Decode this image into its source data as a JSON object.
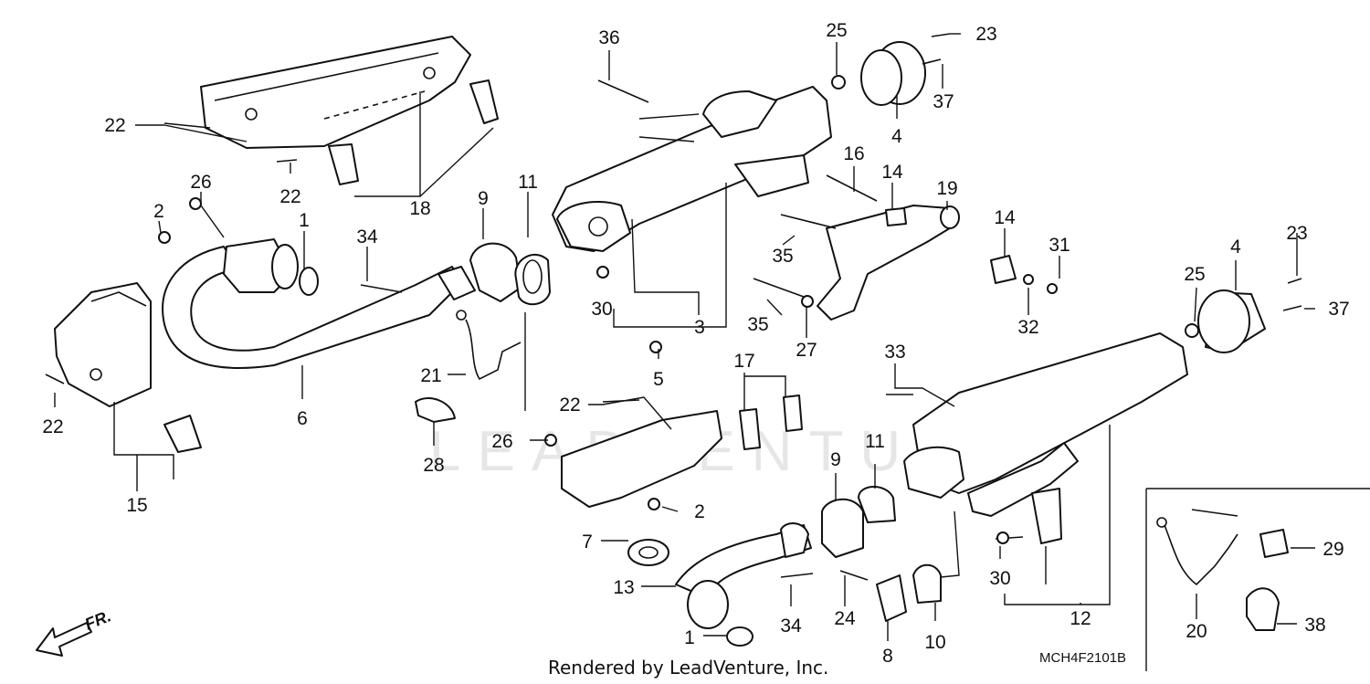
{
  "watermark": "LEADVENTURE",
  "rendered_by": "Rendered by LeadVenture, Inc.",
  "diagram_code": "MCH4F2101B",
  "front_marker": "FR.",
  "callouts": [
    {
      "id": "c1",
      "label": "36"
    },
    {
      "id": "c2",
      "label": "25"
    },
    {
      "id": "c3",
      "label": "23"
    },
    {
      "id": "c4",
      "label": "37"
    },
    {
      "id": "c5",
      "label": "4"
    },
    {
      "id": "c6",
      "label": "22"
    },
    {
      "id": "c7",
      "label": "22"
    },
    {
      "id": "c8",
      "label": "18"
    },
    {
      "id": "c9",
      "label": "26"
    },
    {
      "id": "c10",
      "label": "2"
    },
    {
      "id": "c11",
      "label": "1"
    },
    {
      "id": "c12",
      "label": "34"
    },
    {
      "id": "c13",
      "label": "9"
    },
    {
      "id": "c14",
      "label": "11"
    },
    {
      "id": "c15",
      "label": "16"
    },
    {
      "id": "c16",
      "label": "14"
    },
    {
      "id": "c17",
      "label": "19"
    },
    {
      "id": "c18",
      "label": "14"
    },
    {
      "id": "c19",
      "label": "31"
    },
    {
      "id": "c20",
      "label": "35"
    },
    {
      "id": "c21",
      "label": "35"
    },
    {
      "id": "c22",
      "label": "27"
    },
    {
      "id": "c23",
      "label": "32"
    },
    {
      "id": "c24",
      "label": "30"
    },
    {
      "id": "c25",
      "label": "3"
    },
    {
      "id": "c26",
      "label": "5"
    },
    {
      "id": "c27",
      "label": "4"
    },
    {
      "id": "c28",
      "label": "23"
    },
    {
      "id": "c29",
      "label": "25"
    },
    {
      "id": "c30",
      "label": "37"
    },
    {
      "id": "c31",
      "label": "6"
    },
    {
      "id": "c32",
      "label": "22"
    },
    {
      "id": "c33",
      "label": "15"
    },
    {
      "id": "c34",
      "label": "21"
    },
    {
      "id": "c35",
      "label": "28"
    },
    {
      "id": "c36",
      "label": "17"
    },
    {
      "id": "c37",
      "label": "22"
    },
    {
      "id": "c38",
      "label": "26"
    },
    {
      "id": "c39",
      "label": "33"
    },
    {
      "id": "c40",
      "label": "9"
    },
    {
      "id": "c41",
      "label": "11"
    },
    {
      "id": "c42",
      "label": "2"
    },
    {
      "id": "c43",
      "label": "7"
    },
    {
      "id": "c44",
      "label": "13"
    },
    {
      "id": "c45",
      "label": "1"
    },
    {
      "id": "c46",
      "label": "34"
    },
    {
      "id": "c47",
      "label": "24"
    },
    {
      "id": "c48",
      "label": "8"
    },
    {
      "id": "c49",
      "label": "10"
    },
    {
      "id": "c50",
      "label": "30"
    },
    {
      "id": "c51",
      "label": "12"
    },
    {
      "id": "c52",
      "label": "29"
    },
    {
      "id": "c53",
      "label": "20"
    },
    {
      "id": "c54",
      "label": "38"
    }
  ]
}
